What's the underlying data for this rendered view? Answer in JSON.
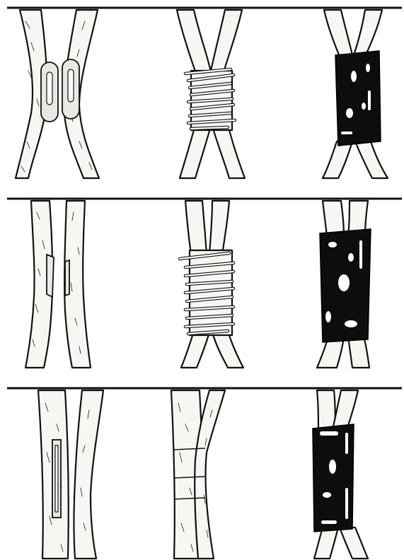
{
  "figure": {
    "rows": [
      {
        "panels": [
          {
            "step": "cut-faces"
          },
          {
            "step": "string-wrap"
          },
          {
            "step": "tape-wrap"
          }
        ]
      },
      {
        "panels": [
          {
            "step": "cut-faces"
          },
          {
            "step": "string-wrap"
          },
          {
            "step": "tape-wrap"
          }
        ]
      },
      {
        "panels": [
          {
            "step": "cut-faces"
          },
          {
            "step": "joined-stem"
          },
          {
            "step": "tape-wrap"
          }
        ]
      }
    ]
  },
  "colors": {
    "ink": "#111111",
    "paper": "#ffffff",
    "bark": "#f6f6f3"
  }
}
